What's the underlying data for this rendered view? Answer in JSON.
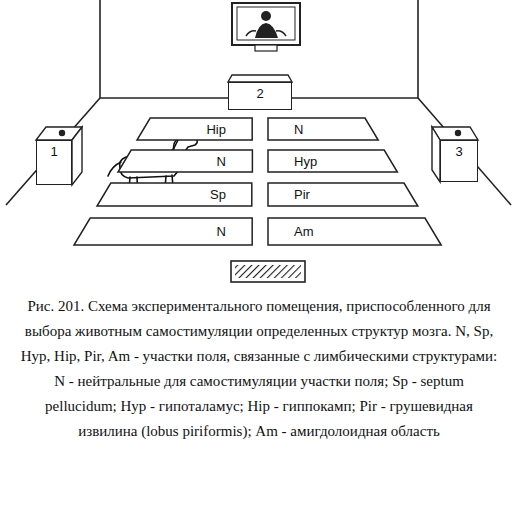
{
  "diagram": {
    "caption": "Рис. 201. Схема экспериментального помещения, приспособленного для выбора животным самостимуляции определенных структур мозга. N, Sp, Hyp, Hip, Pir, Am - участки поля, связанные с лимбическими структурами: N - нейтральные для самостимуляции участки поля; Sp - septum pellucidum; Hyp - гипоталамус; Hip - гиппокамп; Pir - грушевидная извилина (lobus piriformis); Am - амигдолоидная область",
    "nodes": [
      {
        "text": [
          "2"
        ]
      },
      {
        "text": [
          "1"
        ]
      },
      {
        "text": [
          "3"
        ]
      },
      {
        "text": [
          "Hip"
        ]
      },
      {
        "text": [
          "N"
        ]
      },
      {
        "text": [
          "N"
        ]
      },
      {
        "text": [
          "Hyp"
        ]
      },
      {
        "text": [
          "Sp"
        ]
      },
      {
        "text": [
          "Pir"
        ]
      },
      {
        "text": [
          "N"
        ]
      },
      {
        "text": [
          "Am"
        ]
      }
    ]
  }
}
